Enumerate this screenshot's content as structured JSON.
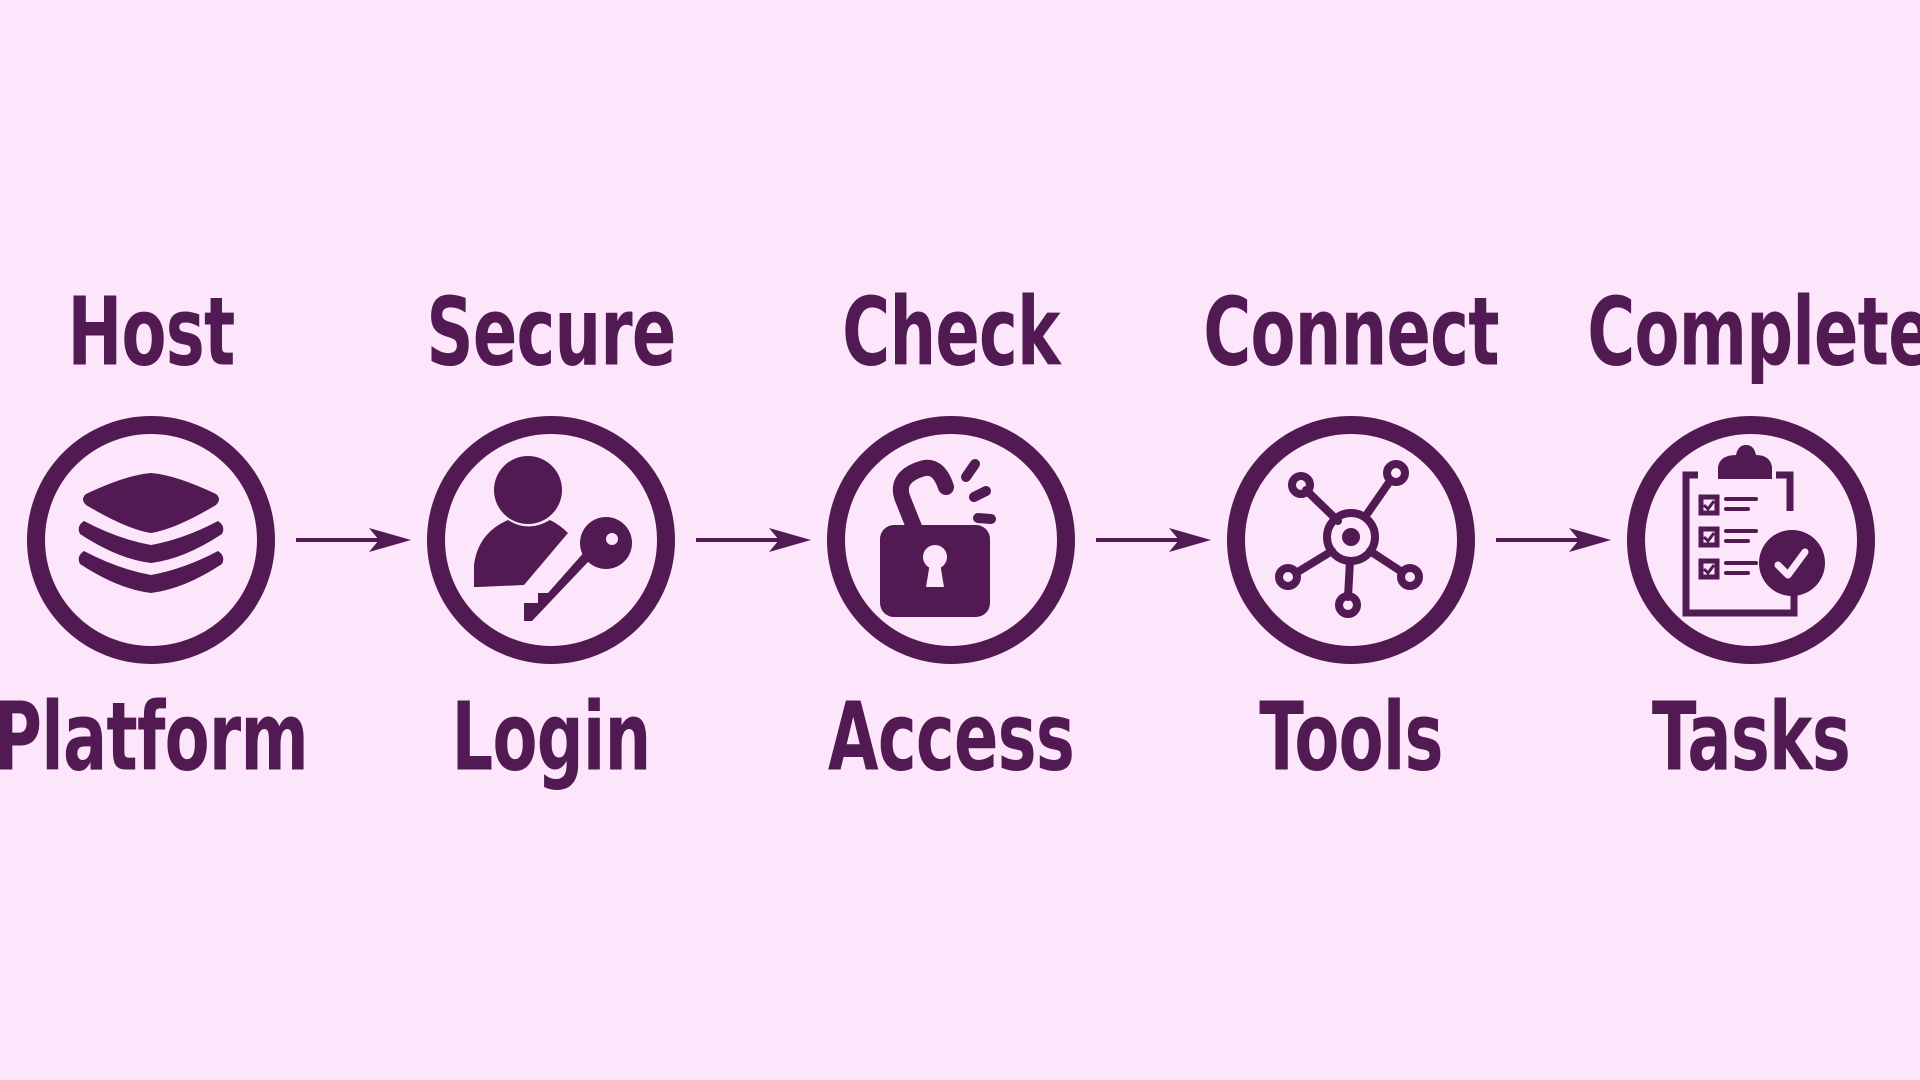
{
  "diagram": {
    "colors": {
      "background": "#fde6fc",
      "accent": "#521a52"
    },
    "steps": [
      {
        "top_label": "Host",
        "bottom_label": "Platform",
        "icon": "stacked-layers-icon"
      },
      {
        "top_label": "Secure",
        "bottom_label": "Login",
        "icon": "user-key-icon"
      },
      {
        "top_label": "Check",
        "bottom_label": "Access",
        "icon": "unlocked-padlock-icon"
      },
      {
        "top_label": "Connect",
        "bottom_label": "Tools",
        "icon": "network-nodes-icon"
      },
      {
        "top_label": "Complete",
        "bottom_label": "Tasks",
        "icon": "clipboard-checklist-icon"
      }
    ]
  }
}
